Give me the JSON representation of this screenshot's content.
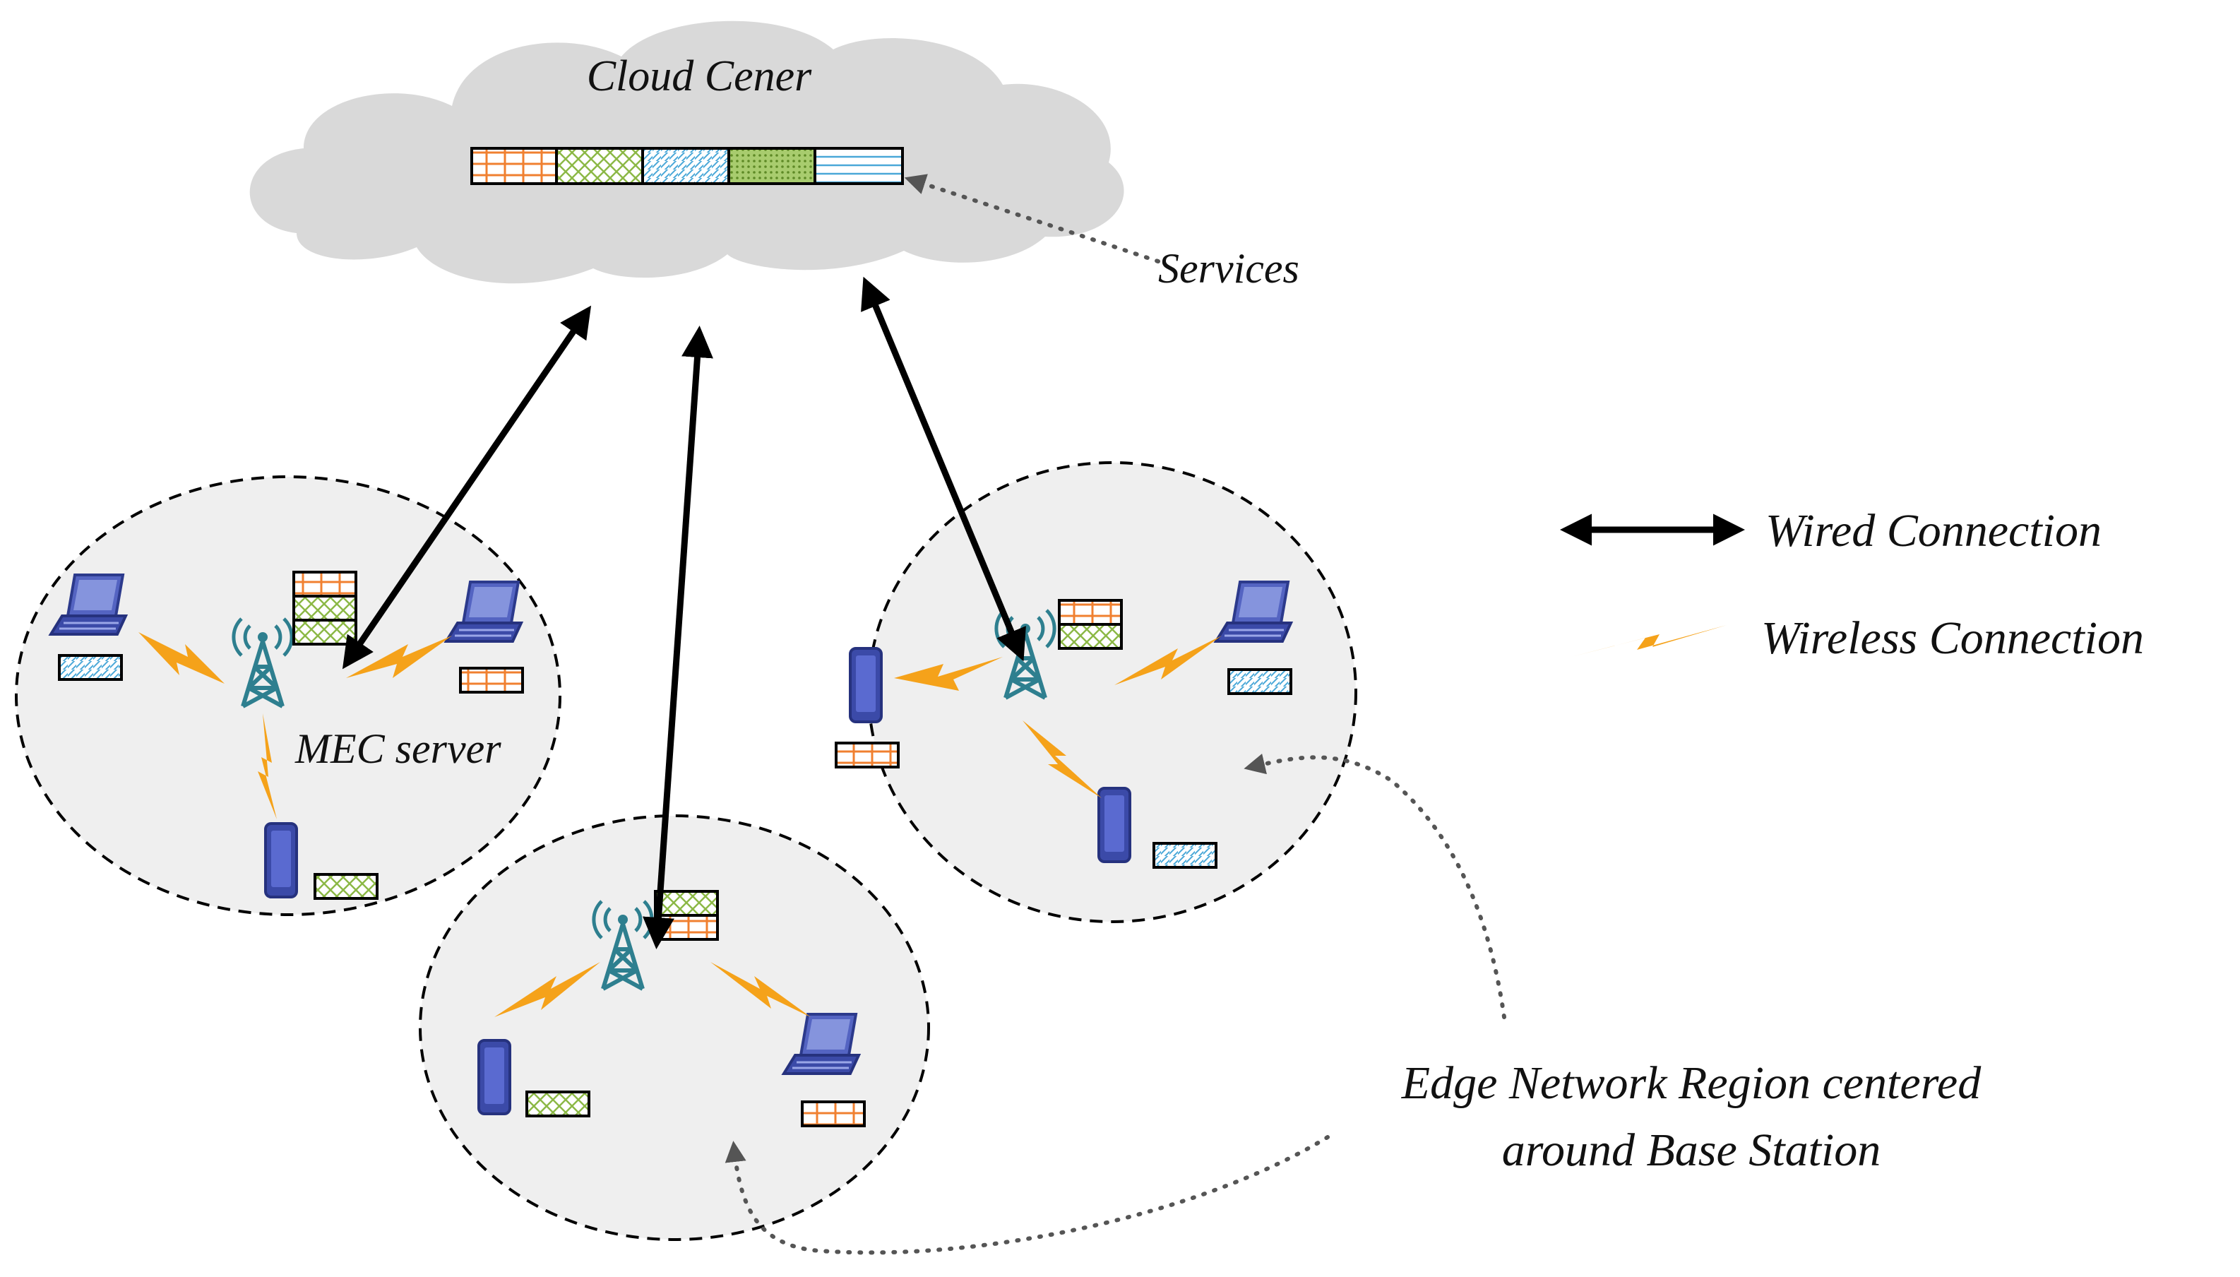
{
  "cloud": {
    "title": "Cloud Cener"
  },
  "labels": {
    "services": "Services",
    "mec_server": "MEC server",
    "edge_region_line1": "Edge Network Region centered",
    "edge_region_line2": "around Base Station"
  },
  "legend": {
    "wired": "Wired Connection",
    "wireless": "Wireless Connection"
  },
  "service_pattern_order": [
    "orange-grid",
    "green-crosshatch",
    "blue-diagonal",
    "green-dots",
    "blue-horizontal"
  ],
  "colors": {
    "cloud_fill": "#d9d9d9",
    "region_fill": "#efefef",
    "tower": "#2e7f8f",
    "lightning": "#f5a21a",
    "device_blue": "#3b4aa8",
    "wired_arrow": "#000000",
    "dotted_pointer": "#555555",
    "service_orange": "#f08030",
    "service_green": "#8cb846",
    "service_blue": "#4aa8d8"
  },
  "icons": [
    "cloud-icon",
    "tower-icon",
    "laptop-icon",
    "tablet-icon",
    "lightning-icon",
    "service-block-icon"
  ]
}
